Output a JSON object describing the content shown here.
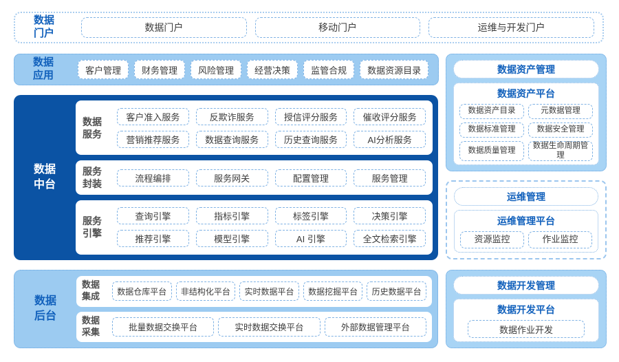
{
  "colors": {
    "dark-blue": "#0B53A4",
    "light-blue": "#9CCBF1",
    "light-blue2": "#A8D4F5",
    "blue-text": "#1261BC",
    "pill-border": "#7FB2E4",
    "item-text": "#3C3C3C",
    "section-label": "#4F4F4F"
  },
  "portal": {
    "label": "数据\n门户",
    "items": [
      "数据门户",
      "移动门户",
      "运维与开发门户"
    ]
  },
  "app": {
    "label": "数据\n应用",
    "items": [
      "客户管理",
      "财务管理",
      "风险管理",
      "经营决策",
      "监管合规",
      "数据资源目录"
    ]
  },
  "middle": {
    "label": "数据\n中台",
    "sections": [
      {
        "label": "数据\n服务",
        "items": [
          "客户准入服务",
          "反欺诈服务",
          "授信评分服务",
          "催收评分服务",
          "营销推荐服务",
          "数据查询服务",
          "历史查询服务",
          "AI分析服务"
        ]
      },
      {
        "label": "服务\n封装",
        "items": [
          "流程编排",
          "服务网关",
          "配置管理",
          "服务管理"
        ]
      },
      {
        "label": "服务\n引擎",
        "items": [
          "查询引擎",
          "指标引擎",
          "标签引擎",
          "决策引擎",
          "推荐引擎",
          "模型引擎",
          "AI 引擎",
          "全文检索引擎"
        ]
      }
    ]
  },
  "backend": {
    "label": "数据\n后台",
    "sections": [
      {
        "label": "数据\n集成",
        "items": [
          "数据仓库平台",
          "非结构化平台",
          "实时数据平台",
          "数据挖掘平台",
          "历史数据平台"
        ]
      },
      {
        "label": "数据\n采集",
        "items": [
          "批量数据交换平台",
          "实时数据交换平台",
          "外部数据管理平台"
        ]
      }
    ]
  },
  "right": {
    "asset": {
      "header": "数据资产管理",
      "platform_title": "数据资产平台",
      "items": [
        "数据资产目录",
        "元数据管理",
        "数据标准管理",
        "数据安全管理",
        "数据质量管理",
        "数据生命周期管理"
      ]
    },
    "ops": {
      "header": "运维管理",
      "platform_title": "运维管理平台",
      "items": [
        "资源监控",
        "作业监控"
      ]
    },
    "dev": {
      "header": "数据开发管理",
      "platform_title": "数据开发平台",
      "items": [
        "数据作业开发"
      ]
    }
  }
}
